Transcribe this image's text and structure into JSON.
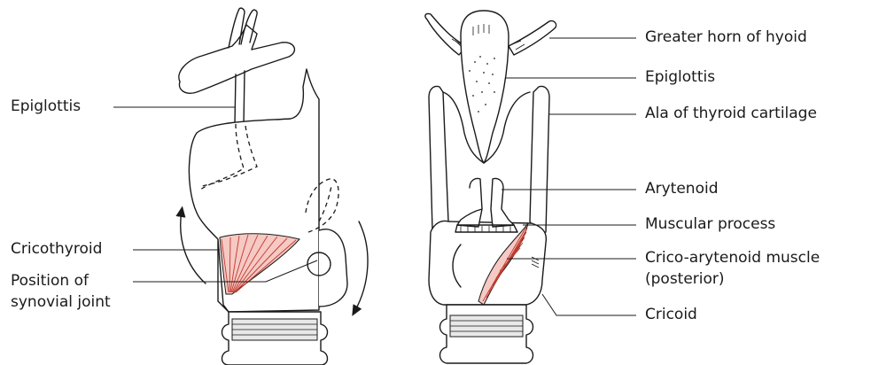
{
  "colors": {
    "ink": "#1a1a1a",
    "muscle_fill": "#f6c9c4",
    "muscle_line": "#c0392b"
  },
  "left_view": {
    "labels": {
      "epiglottis": "Epiglottis",
      "cricothyroid": "Cricothyroid",
      "synovial_joint_line1": "Position of",
      "synovial_joint_line2": "synovial joint"
    }
  },
  "right_view": {
    "labels": {
      "greater_horn": "Greater horn of hyoid",
      "epiglottis": "Epiglottis",
      "ala_thyroid": "Ala of thyroid cartilage",
      "arytenoid": "Arytenoid",
      "muscular_process": "Muscular process",
      "crico_arytenoid_line1": "Crico-arytenoid muscle",
      "crico_arytenoid_line2": "(posterior)",
      "cricoid": "Cricoid"
    }
  }
}
